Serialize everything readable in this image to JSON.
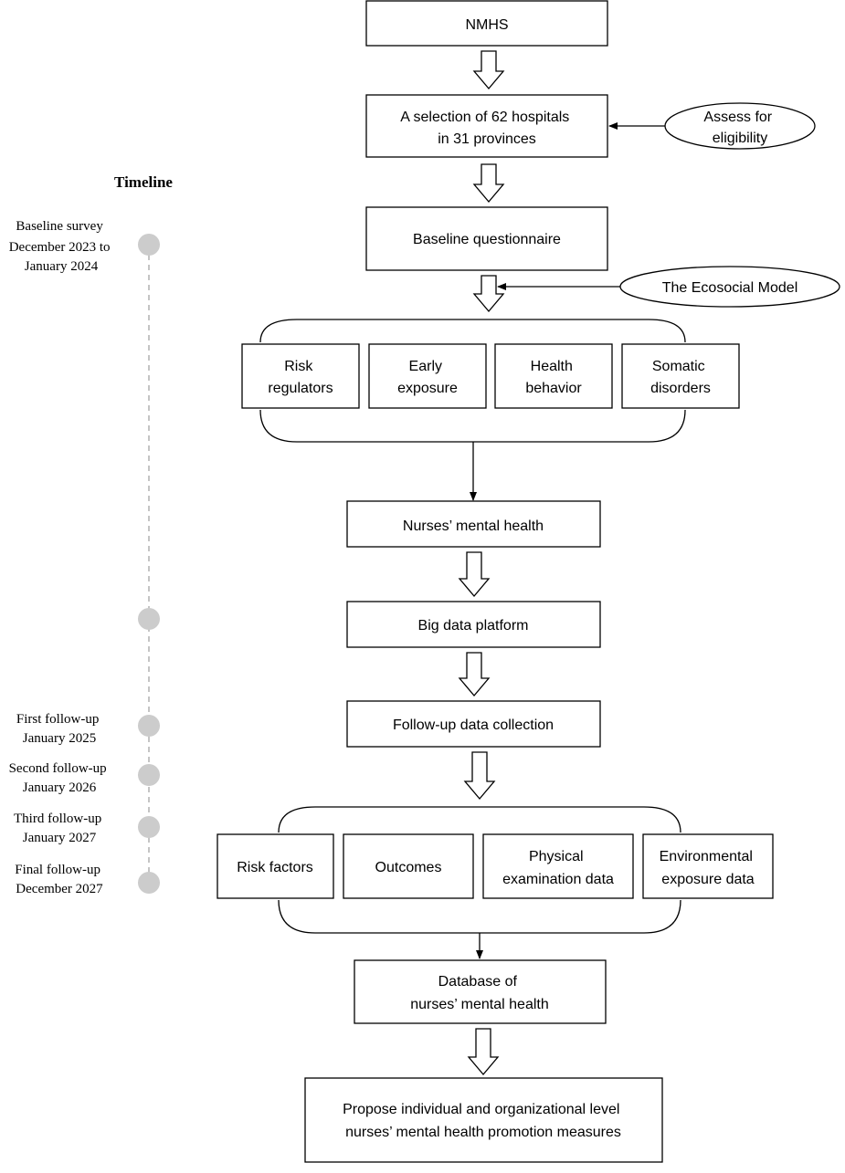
{
  "flow": {
    "nmhs": "NMHS",
    "selection": [
      "A selection of 62 hospitals",
      "in 31 provinces"
    ],
    "assess": [
      "Assess for",
      "eligibility"
    ],
    "baseline_questionnaire": "Baseline questionnaire",
    "ecosocial_model": "The Ecosocial Model",
    "factors": [
      [
        "Risk",
        "regulators"
      ],
      [
        "Early",
        "exposure"
      ],
      [
        "Health",
        "behavior"
      ],
      [
        "Somatic",
        "disorders"
      ]
    ],
    "nurses_mental_health": "Nurses’  mental health",
    "big_data_platform": "Big data platform",
    "followup_collection": "Follow-up data collection",
    "outcomes_group": [
      [
        "Risk factors"
      ],
      [
        "Outcomes"
      ],
      [
        "Physical",
        "examination data"
      ],
      [
        "Environmental",
        "exposure data"
      ]
    ],
    "database": [
      "Database of",
      "nurses’  mental health"
    ],
    "propose": [
      "Propose individual and organizational level",
      "nurses’  mental health promotion measures"
    ]
  },
  "timeline": {
    "title": "Timeline",
    "milestones": [
      [
        "Baseline survey",
        "December 2023 to",
        "January 2024"
      ],
      [],
      [
        "First follow-up",
        "January 2025"
      ],
      [
        "Second follow-up",
        "January 2026"
      ],
      [
        "Third follow-up",
        "January 2027"
      ],
      [
        "Final follow-up",
        "December 2027"
      ]
    ]
  },
  "colors": {
    "stroke": "#000000",
    "timeline_dot": "#cccccc",
    "timeline_line": "#b0b0b0"
  }
}
